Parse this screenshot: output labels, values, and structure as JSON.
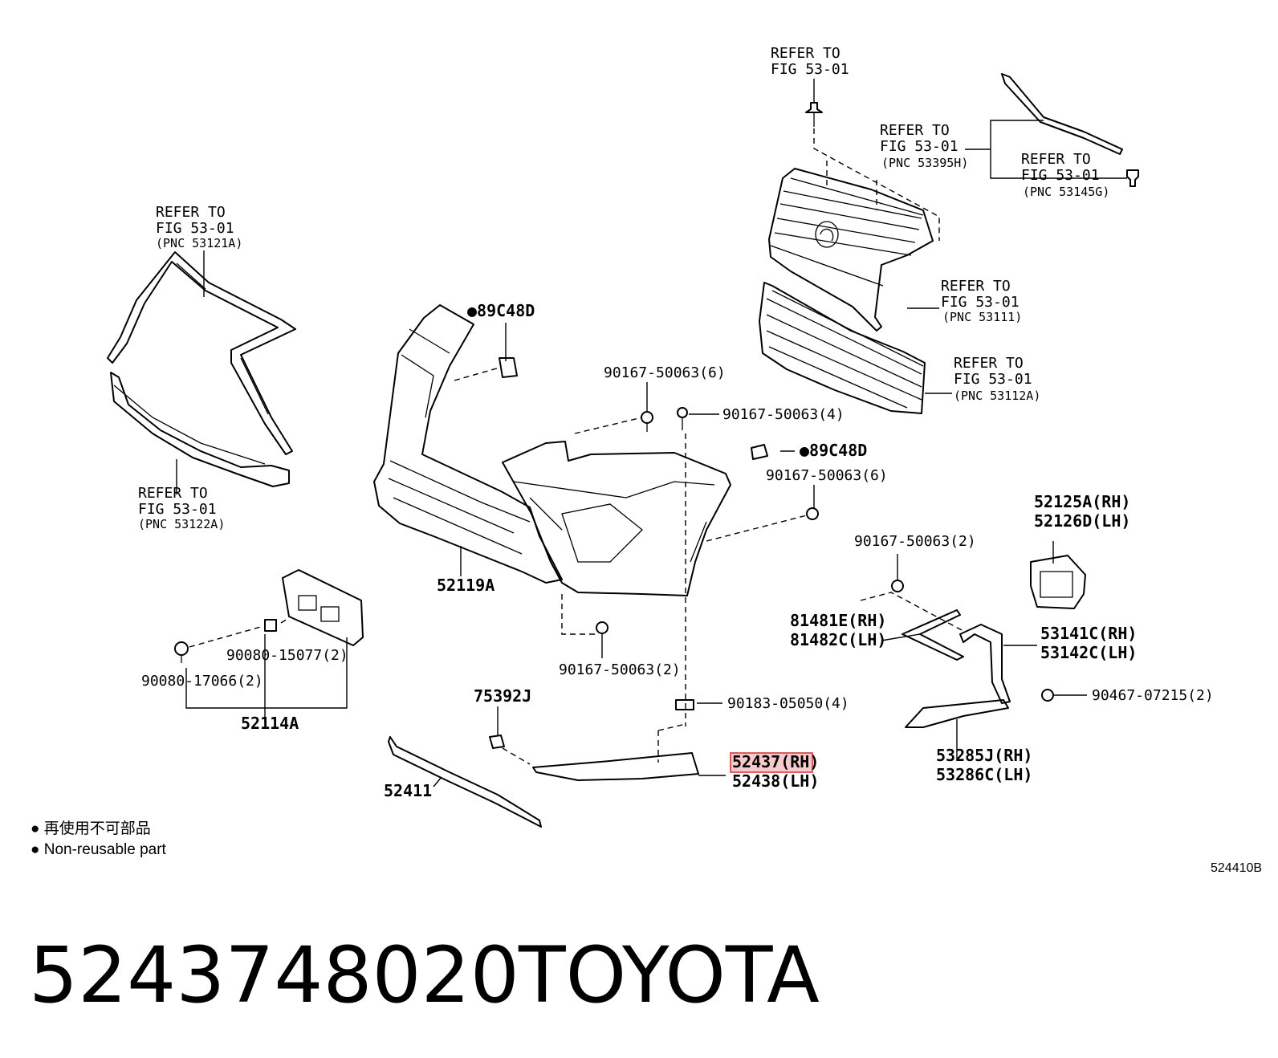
{
  "refer": {
    "grille_top_bolt": [
      "REFER TO",
      "FIG 53-01"
    ],
    "pnc_53395h": [
      "REFER TO",
      "FIG 53-01",
      "(PNC 53395H)"
    ],
    "pnc_53145g": [
      "REFER TO",
      "FIG 53-01",
      "(PNC 53145G)"
    ],
    "pnc_53121a": [
      "REFER TO",
      "FIG 53-01",
      "(PNC 53121A)"
    ],
    "pnc_53122a": [
      "REFER TO",
      "FIG 53-01",
      "(PNC 53122A)"
    ],
    "pnc_53111": [
      "REFER TO",
      "FIG 53-01",
      "(PNC 53111)"
    ],
    "pnc_53112a": [
      "REFER TO",
      "FIG 53-01",
      "(PNC 53112A)"
    ]
  },
  "parts": {
    "p89c48d_left": "●89C48D",
    "p89c48d_right": "●89C48D",
    "p90167_6_top": "90167-50063(6)",
    "p90167_4": "90167-50063(4)",
    "p90167_6_right": "90167-50063(6)",
    "p90167_2_right": "90167-50063(2)",
    "p90167_2_bottom": "90167-50063(2)",
    "p52119a": "52119A",
    "p52125a": "52125A(RH)",
    "p52126d": "52126D(LH)",
    "p81481e": "81481E(RH)",
    "p81482c": "81482C(LH)",
    "p53141c": "53141C(RH)",
    "p53142c": "53142C(LH)",
    "p90080_15077": "90080-15077(2)",
    "p90080_17066": "90080-17066(2)",
    "p52114a": "52114A",
    "p75392j": "75392J",
    "p90183": "90183-05050(4)",
    "p90467": "90467-07215(2)",
    "p52437": "52437(RH)",
    "p52438": "52438(LH)",
    "p53285j": "53285J(RH)",
    "p53286c": "53286C(LH)",
    "p52411": "52411"
  },
  "legend": {
    "jp": "● 再使用不可部品",
    "en": "● Non-reusable part"
  },
  "figure_code": "524410B",
  "footer": {
    "part_number": "5243748020",
    "brand": "TOYOTA"
  },
  "colors": {
    "highlight_fill": "#f6c9cb",
    "highlight_stroke": "#d23a3f"
  }
}
